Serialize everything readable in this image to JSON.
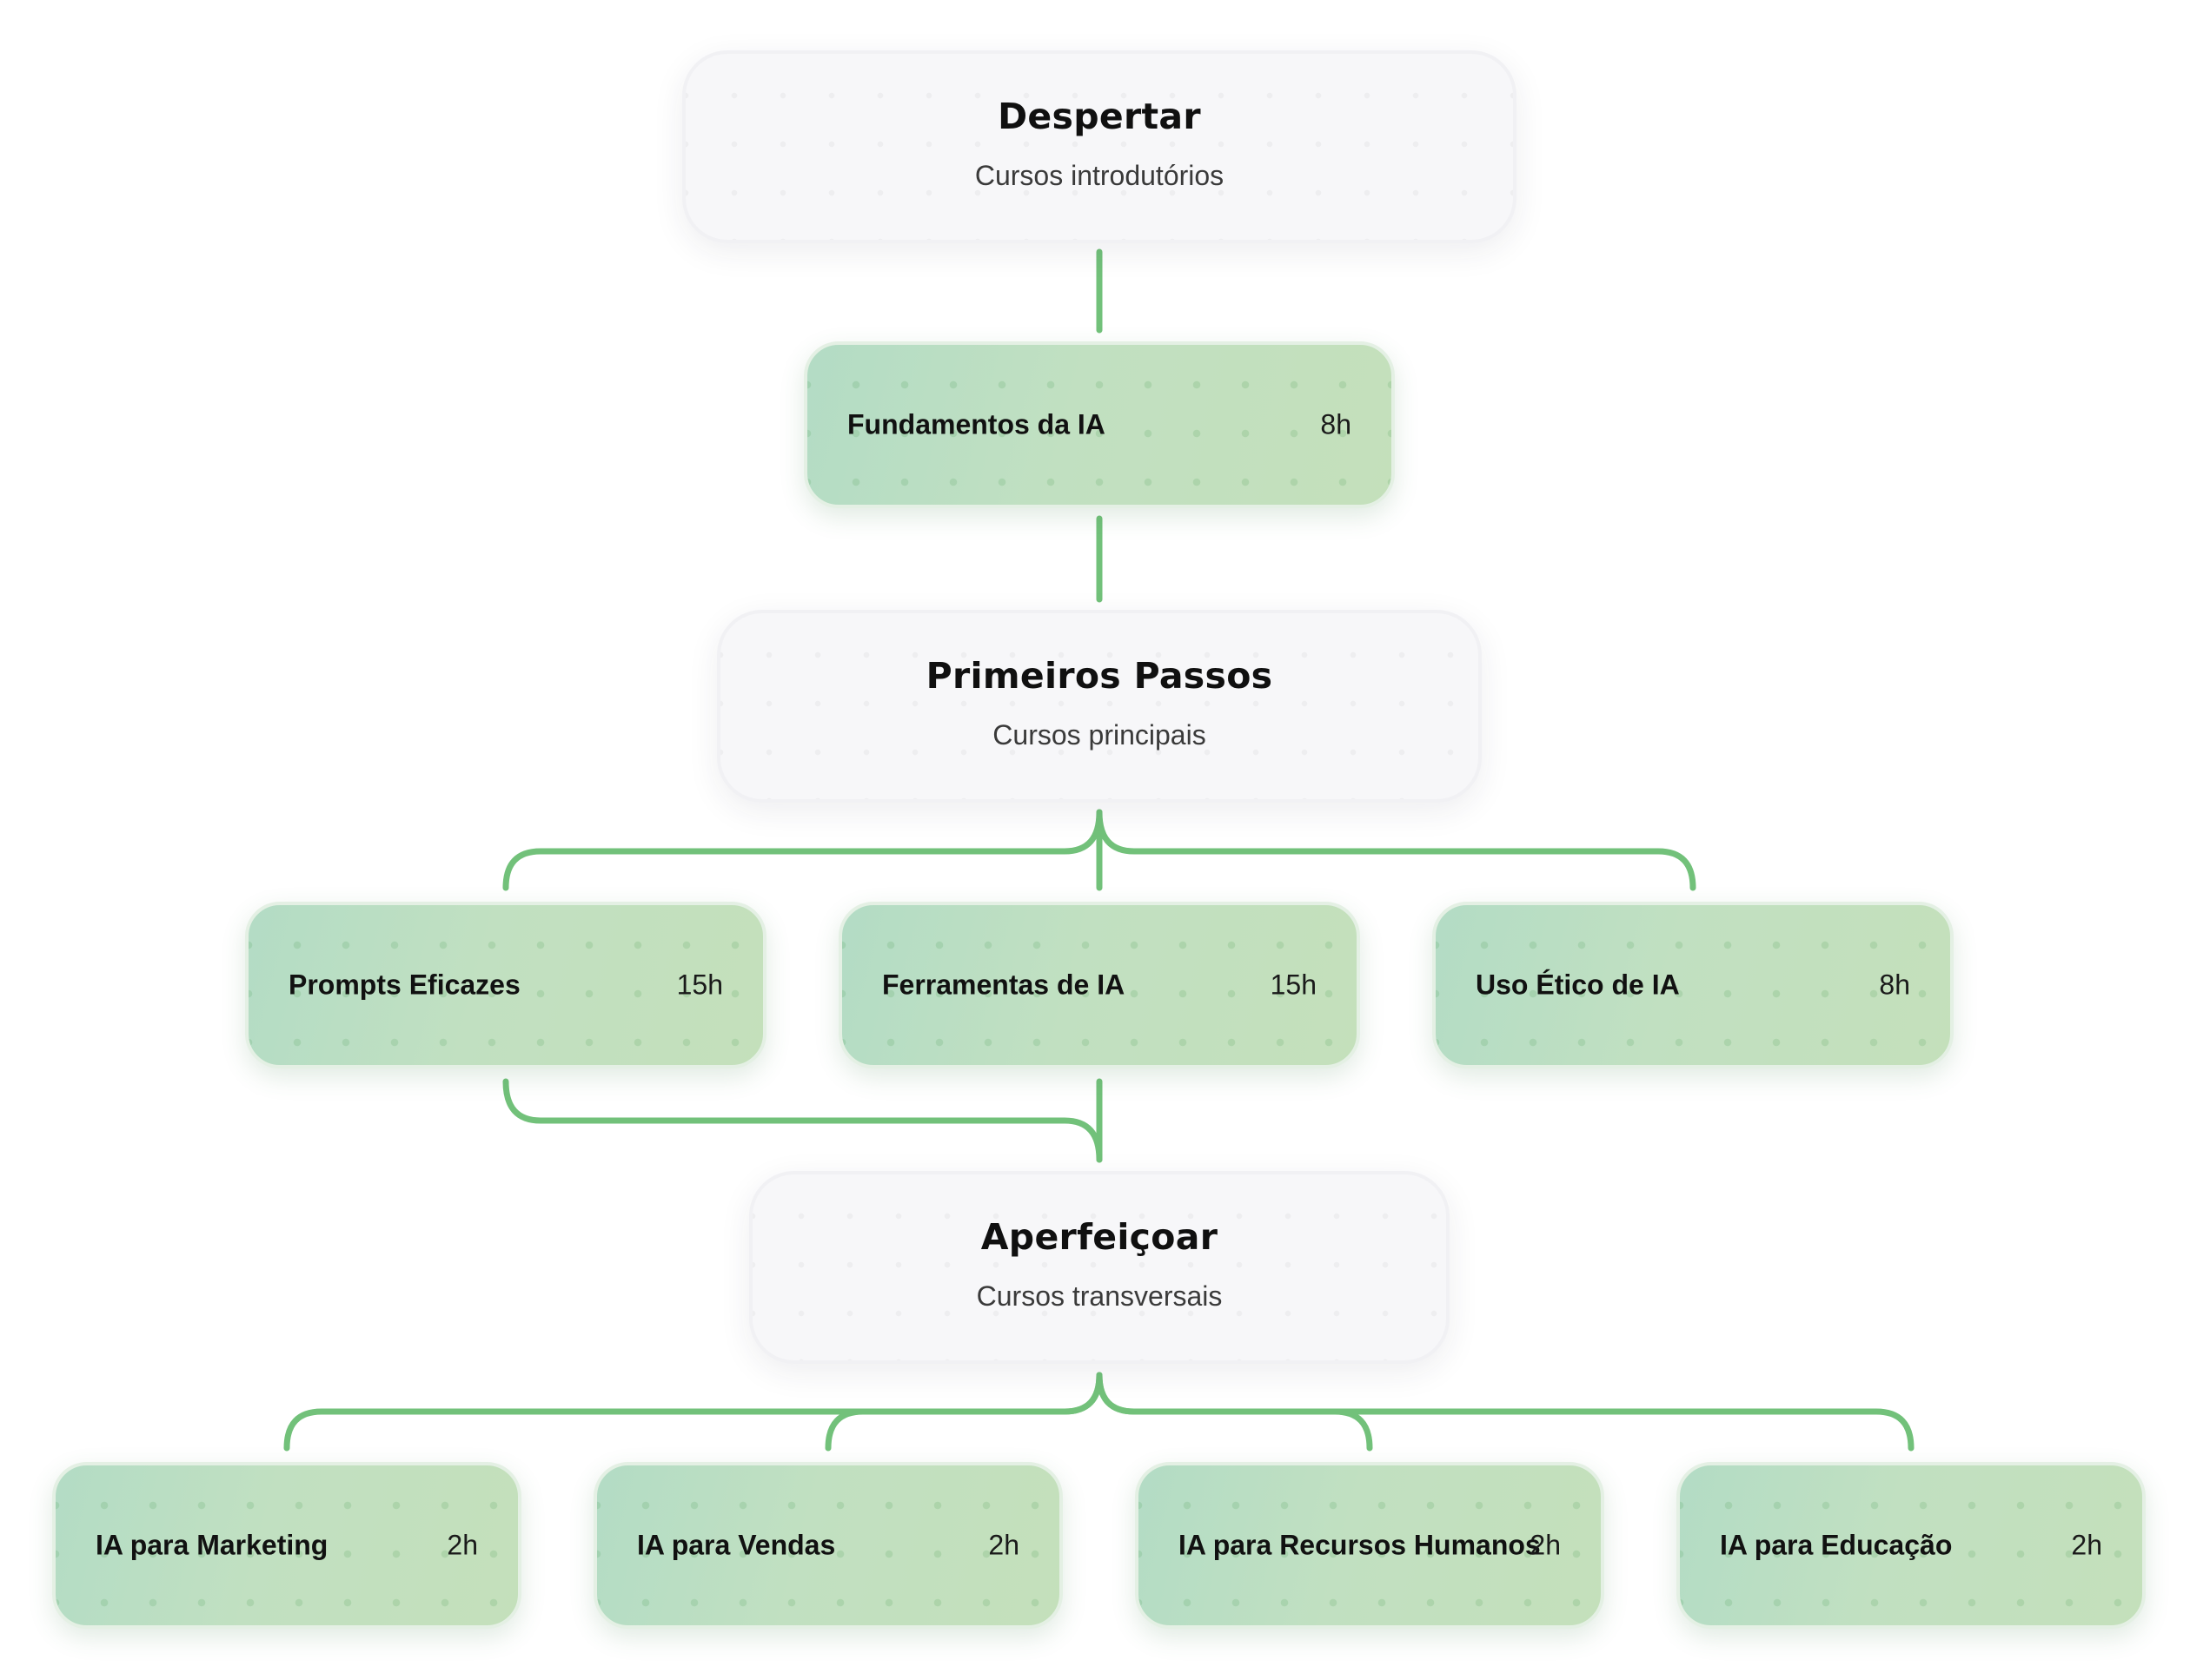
{
  "colors": {
    "connector": "#72c17a",
    "course_fill": "#c2e0c2",
    "stage_fill": "#f7f7f9"
  },
  "stages": [
    {
      "id": "despertar",
      "title": "Despertar",
      "subtitle": "Cursos introdutórios",
      "courses": [
        {
          "id": "fundamentos",
          "title": "Fundamentos da IA",
          "hours": "8h"
        }
      ]
    },
    {
      "id": "primeiros-passos",
      "title": "Primeiros Passos",
      "subtitle": "Cursos principais",
      "courses": [
        {
          "id": "prompts",
          "title": "Prompts Eficazes",
          "hours": "15h"
        },
        {
          "id": "ferramentas",
          "title": "Ferramentas de IA",
          "hours": "15h"
        },
        {
          "id": "etico",
          "title": "Uso Ético de IA",
          "hours": "8h"
        }
      ]
    },
    {
      "id": "aperfeicoar",
      "title": "Aperfeiçoar",
      "subtitle": "Cursos transversais",
      "courses": [
        {
          "id": "marketing",
          "title": "IA para Marketing",
          "hours": "2h"
        },
        {
          "id": "vendas",
          "title": "IA para Vendas",
          "hours": "2h"
        },
        {
          "id": "rh",
          "title": "IA para Recursos Humanos",
          "hours": "2h"
        },
        {
          "id": "educacao",
          "title": "IA para Educação",
          "hours": "2h"
        }
      ]
    }
  ],
  "edges": [
    {
      "from": "despertar",
      "to": "fundamentos"
    },
    {
      "from": "fundamentos",
      "to": "primeiros-passos"
    },
    {
      "from": "primeiros-passos",
      "to": "prompts"
    },
    {
      "from": "primeiros-passos",
      "to": "ferramentas"
    },
    {
      "from": "primeiros-passos",
      "to": "etico"
    },
    {
      "from": "prompts",
      "to": "aperfeicoar"
    },
    {
      "from": "ferramentas",
      "to": "aperfeicoar"
    },
    {
      "from": "aperfeicoar",
      "to": "marketing"
    },
    {
      "from": "aperfeicoar",
      "to": "vendas"
    },
    {
      "from": "aperfeicoar",
      "to": "rh"
    },
    {
      "from": "aperfeicoar",
      "to": "educacao"
    }
  ]
}
